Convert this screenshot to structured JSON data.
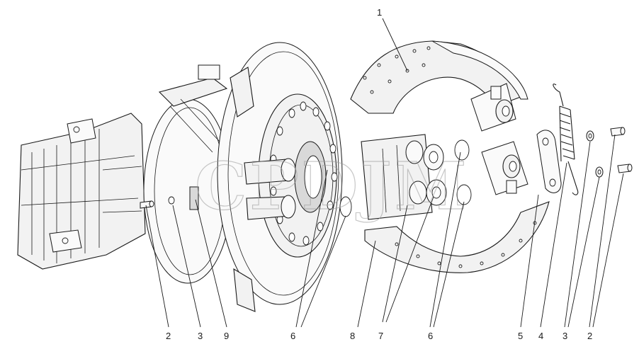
{
  "watermark": "CPDJM",
  "callouts": [
    {
      "id": "c-1-top",
      "label": "1"
    },
    {
      "id": "c-2-left",
      "label": "2"
    },
    {
      "id": "c-3-left",
      "label": "3"
    },
    {
      "id": "c-9",
      "label": "9"
    },
    {
      "id": "c-6-left",
      "label": "6"
    },
    {
      "id": "c-8",
      "label": "8"
    },
    {
      "id": "c-7",
      "label": "7"
    },
    {
      "id": "c-6-right",
      "label": "6"
    },
    {
      "id": "c-5",
      "label": "5"
    },
    {
      "id": "c-4",
      "label": "4"
    },
    {
      "id": "c-3-right",
      "label": "3"
    },
    {
      "id": "c-2-right",
      "label": "2"
    }
  ]
}
